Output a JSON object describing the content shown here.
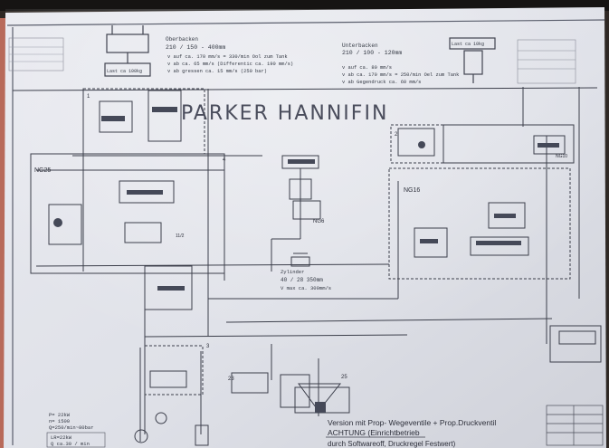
{
  "drawing": {
    "title": "PARKER HANNIFIN",
    "valve_labels": {
      "ng25": "NG25",
      "ng16": "NG16",
      "ng6": "NG6",
      "ng10": "NG10"
    },
    "cylinder_labels": {
      "left": "Last ca 100kg",
      "right": "Last ca 10kg"
    },
    "notes": {
      "oben_title": "Oberbacken",
      "oben_size": "210 / 150 - 400mm",
      "oben_line1": "v auf ca. 170 mm/s = 330/min Ool zum Tank",
      "oben_line2": "v ab ca. 65 mm/s   (Differentic ca. 190 mm/s)",
      "oben_line3": "v ab  gressen ca. 15 mm/s (250 bar)",
      "unter_title": "Unterbacken",
      "unter_size": "210 / 100 - 120mm",
      "unter_line1": "v auf ca. 80 mm/s",
      "unter_line2": "v ab ca. 170 mm/s = 250/min Oel zum Tank",
      "unter_line3": "v ab Gegendruck ca. 60 mm/s",
      "zylinder_title": "Zylinder",
      "zylinder_size": "40 / 28   350mm",
      "zylinder_speed": "V max ca. 300mm/s"
    },
    "motor_specs": [
      "P= 22kW",
      "n= 1500",
      "Q=250/min~80bar",
      "LR=22kW",
      "Q ca.30 / min"
    ],
    "version_lines": [
      "Version mit Prop- Wegeventile + Prop.Druckventil",
      "ACHTUNG (Einrichtbetrieb",
      "durch Softwareoff, Druckregel Festwert)"
    ],
    "numbers": [
      "1",
      "2",
      "3",
      "4",
      "25",
      "23",
      "11/2"
    ]
  }
}
